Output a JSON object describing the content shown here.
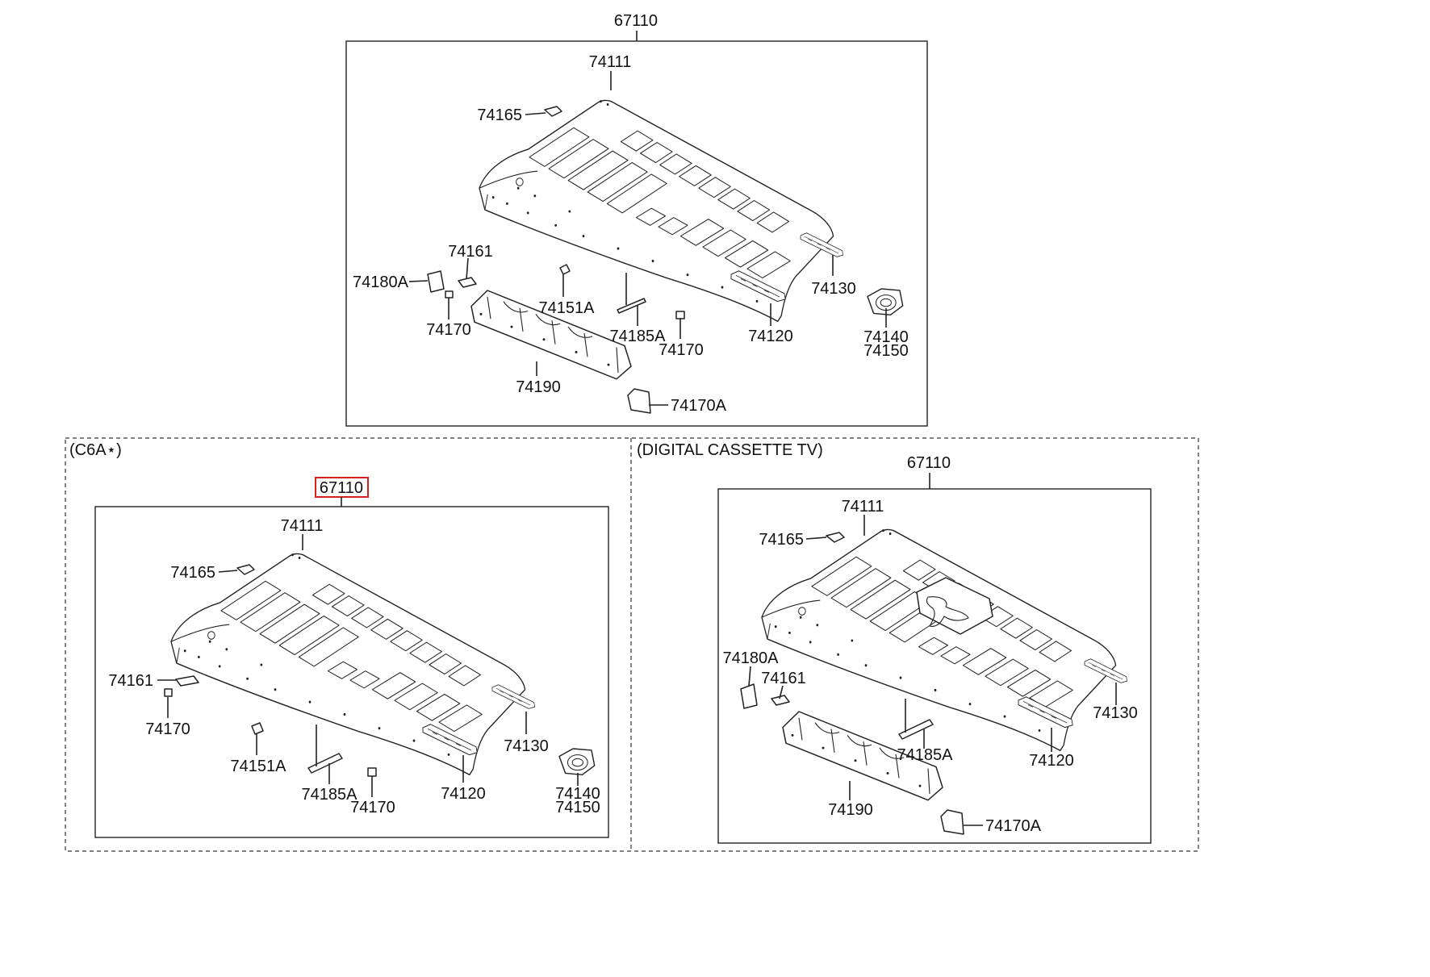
{
  "colors": {
    "highlight": "#d62020",
    "line": "#222222"
  },
  "panel_top": {
    "assembly_label": "67110",
    "labels": {
      "roof_panel": "74111",
      "clip_top": "74165",
      "bracket_a": "74161",
      "pad_a": "74180A",
      "clip_mid": "74151A",
      "pad_small": "74170",
      "pad_small_2": "74170",
      "stay": "74185A",
      "rail_rear": "74130",
      "rail_front": "74120",
      "lamp_1": "74140",
      "lamp_2": "74150",
      "panel_low": "74190",
      "pad_big": "74170A"
    }
  },
  "panel_left": {
    "caption": "(C6A⋆)",
    "assembly_label": "67110",
    "labels": {
      "roof_panel": "74111",
      "clip_top": "74165",
      "bracket_a": "74161",
      "pad_small": "74170",
      "clip_mid": "74151A",
      "stay": "74185A",
      "pad_small_2": "74170",
      "rail_rear": "74130",
      "rail_front": "74120",
      "lamp_1": "74140",
      "lamp_2": "74150"
    }
  },
  "panel_right": {
    "caption": "(DIGITAL CASSETTE TV)",
    "assembly_label": "67110",
    "labels": {
      "roof_panel": "74111",
      "clip_top": "74165",
      "pad_a": "74180A",
      "bracket_a": "74161",
      "stay": "74185A",
      "rail_rear": "74130",
      "rail_front": "74120",
      "panel_low": "74190",
      "pad_big": "74170A"
    }
  }
}
